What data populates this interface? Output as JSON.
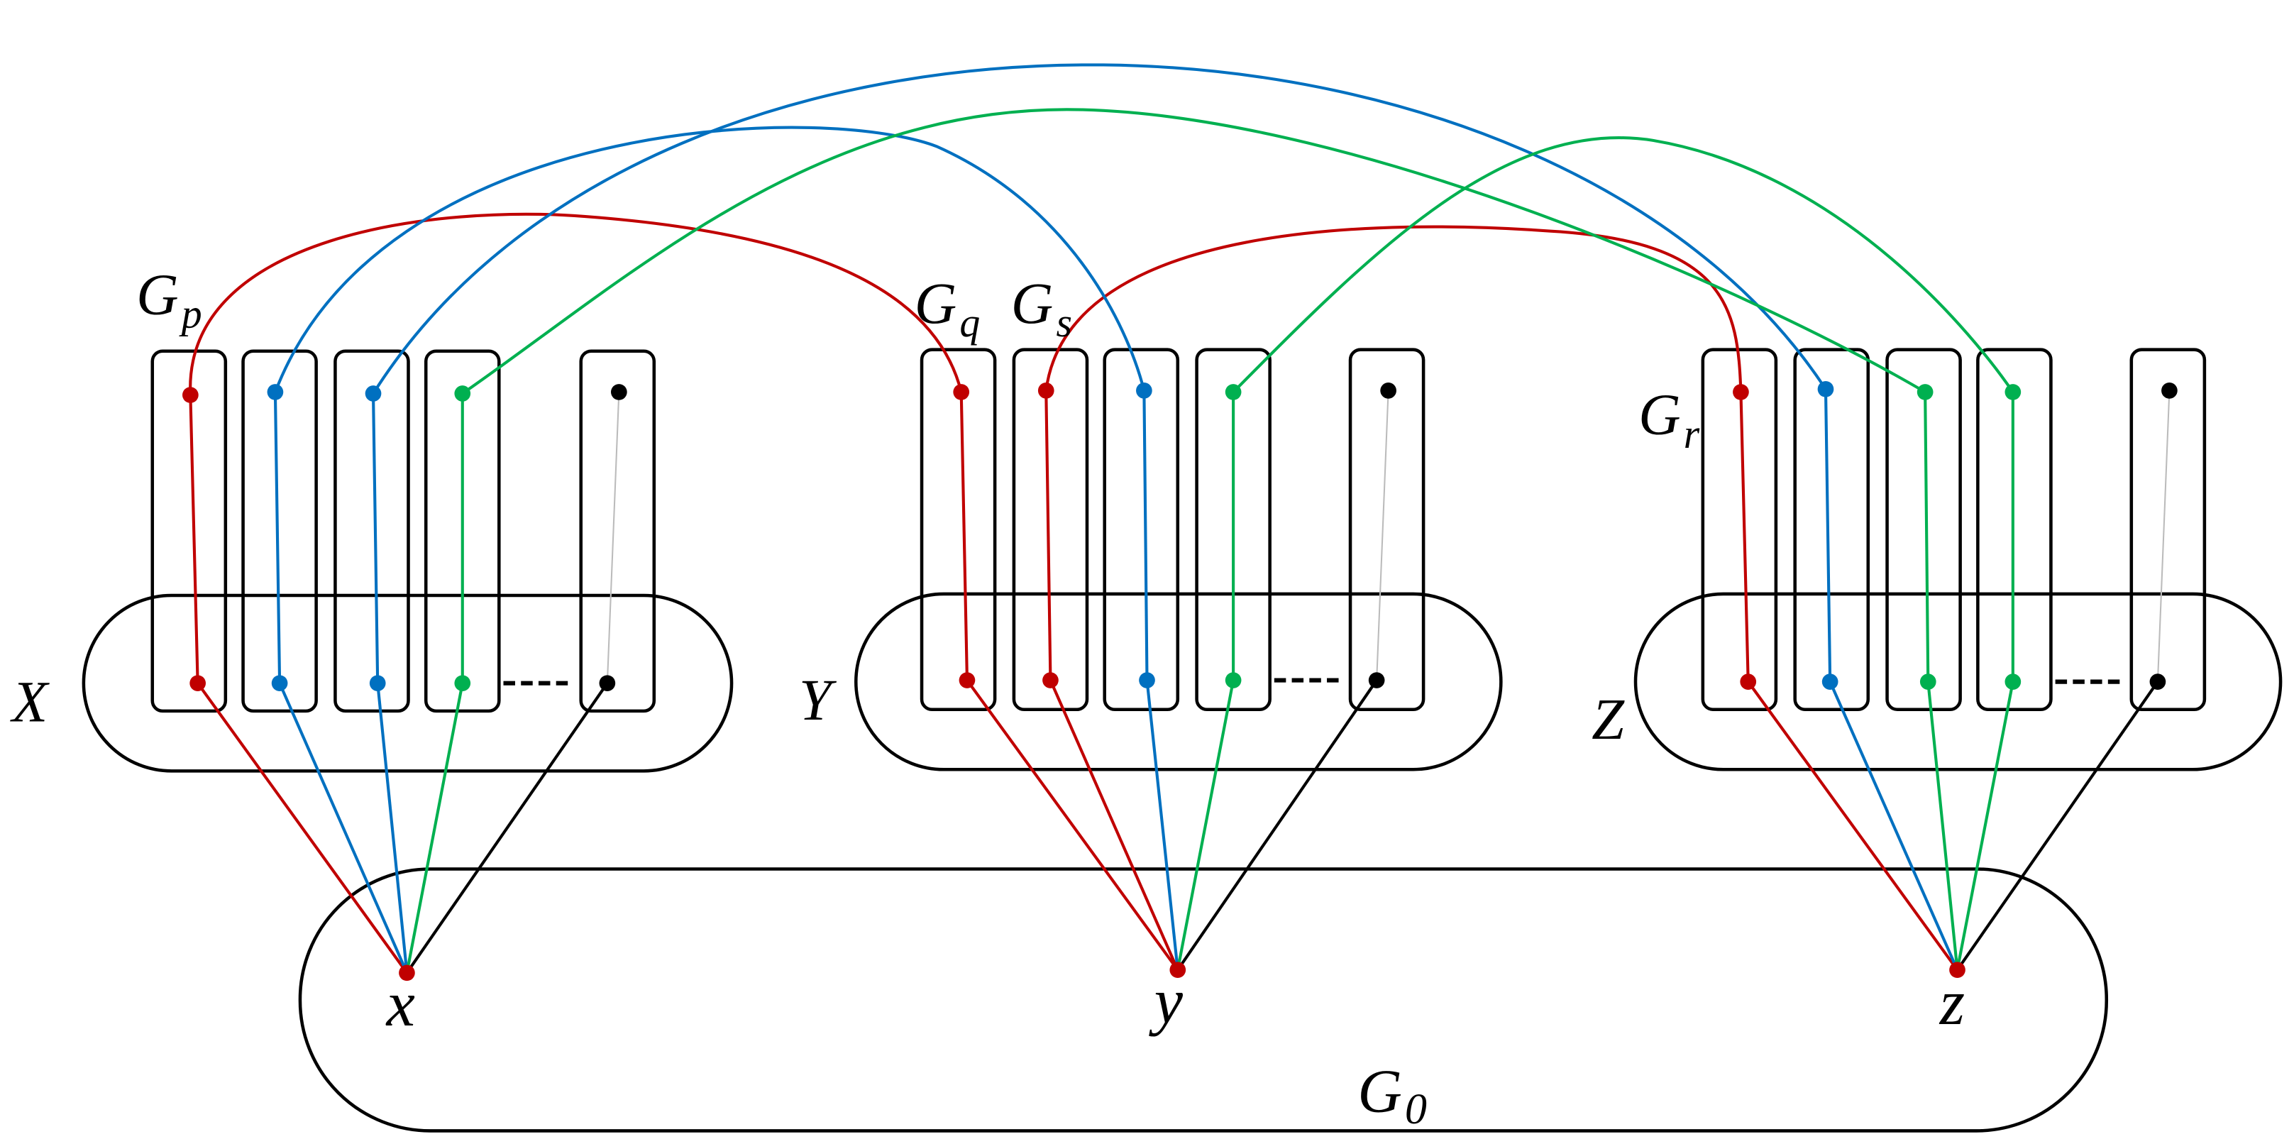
{
  "colors": {
    "red": "#c00000",
    "blue": "#0070c0",
    "green": "#00b050",
    "black": "#000000"
  },
  "labels": {
    "G0_base": "G",
    "G0_sub": "0",
    "Gp_base": "G",
    "Gp_sub": "p",
    "Gq_base": "G",
    "Gq_sub": "q",
    "Gs_base": "G",
    "Gs_sub": "s",
    "Gr_base": "G",
    "Gr_sub": "r",
    "set_X": "X",
    "set_Y": "Y",
    "set_Z": "Z",
    "vertex_x": "x",
    "vertex_y": "y",
    "vertex_z": "z"
  },
  "groups": [
    {
      "name": "X",
      "column_colors": [
        "red",
        "blue",
        "blue",
        "green",
        "black"
      ]
    },
    {
      "name": "Y",
      "column_colors": [
        "red",
        "red",
        "blue",
        "green",
        "black"
      ]
    },
    {
      "name": "Z",
      "column_colors": [
        "red",
        "blue",
        "green",
        "green",
        "black"
      ]
    }
  ]
}
